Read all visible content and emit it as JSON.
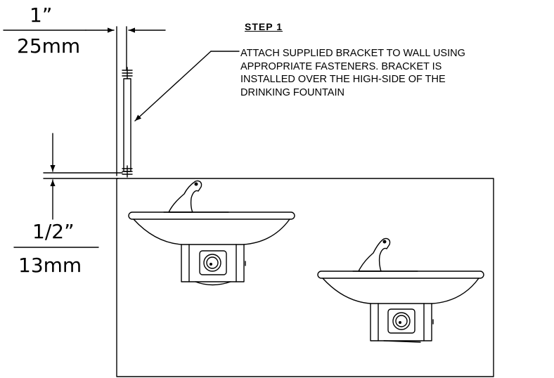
{
  "dimensions": {
    "bracket_width_in": "1”",
    "bracket_width_mm": "25mm",
    "offset_in": "1/2”",
    "offset_mm": "13mm"
  },
  "step": {
    "title": "STEP 1",
    "lines": [
      "ATTACH SUPPLIED BRACKET TO WALL USING",
      "APPROPRIATE FASTENERS. BRACKET IS",
      "INSTALLED OVER THE HIGH-SIDE OF THE",
      "DRINKING FOUNTAIN"
    ]
  },
  "colors": {
    "line": "#000000",
    "background": "#ffffff"
  }
}
